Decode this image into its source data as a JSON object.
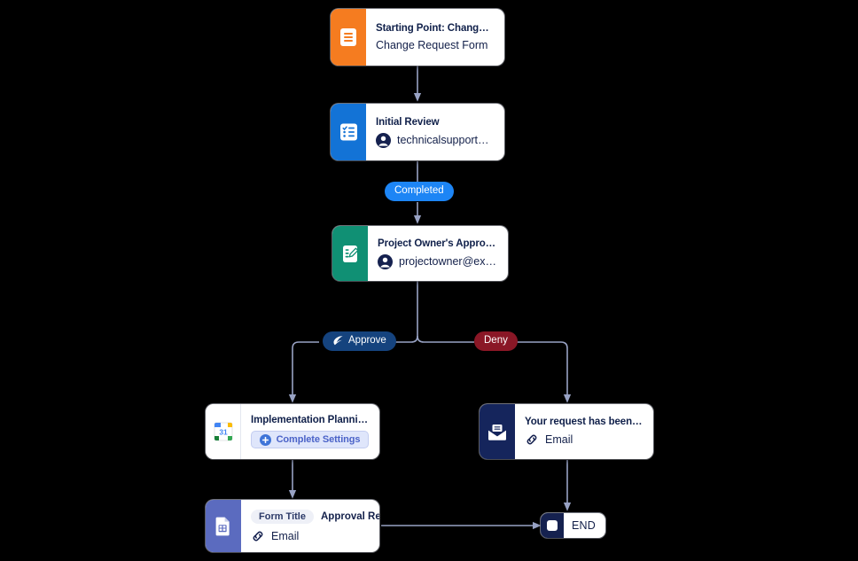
{
  "diagram": {
    "type": "workflow-flowchart",
    "background": "#000000",
    "edge_color": "#98a2c4"
  },
  "nodes": [
    {
      "id": "start",
      "name": "starting-point",
      "title": "Starting Point: Change Requ...",
      "subtitle": "Change Request Form",
      "icon": "form-document-icon",
      "panel_color": "#f57c20"
    },
    {
      "id": "initial-review",
      "name": "initial-review",
      "title": "Initial Review",
      "subtitle": "technicalsupport@exa...",
      "icon": "checklist-icon",
      "sub_icon": "person-avatar-icon",
      "panel_color": "#1373d6"
    },
    {
      "id": "owner-approval",
      "name": "project-owners-approval",
      "title": "Project Owner's Approval",
      "subtitle": "projectowner@examp...",
      "icon": "document-signature-icon",
      "sub_icon": "person-avatar-icon",
      "panel_color": "#109074"
    },
    {
      "id": "implementation",
      "name": "implementation-planning",
      "title": "Implementation Planning",
      "button_label": "Complete Settings",
      "icon": "google-calendar-icon",
      "button_icon": "plus-circle-icon",
      "panel_color": "#ffffff"
    },
    {
      "id": "denied",
      "name": "request-denied",
      "title": "Your request has been denied.",
      "subtitle": "Email",
      "icon": "envelope-icon",
      "sub_icon": "link-chain-icon",
      "panel_color": "#15255c"
    },
    {
      "id": "approval-report",
      "name": "approval-report",
      "chip_label": "Form Title",
      "chip_value": "Approval Report",
      "subtitle": "Email",
      "icon": "spreadsheet-icon",
      "sub_icon": "link-chain-icon",
      "panel_color": "#5b6bbf"
    }
  ],
  "end_node": {
    "name": "end-node",
    "label": "END",
    "icon": "stop-square-icon"
  },
  "edge_labels": [
    {
      "name": "badge-completed",
      "text": "Completed",
      "color": "#1d85f5"
    },
    {
      "name": "badge-approve",
      "text": "Approve",
      "color": "#15437e",
      "icon": "pen-nib-icon"
    },
    {
      "name": "badge-deny",
      "text": "Deny",
      "color": "#8a1726"
    }
  ]
}
